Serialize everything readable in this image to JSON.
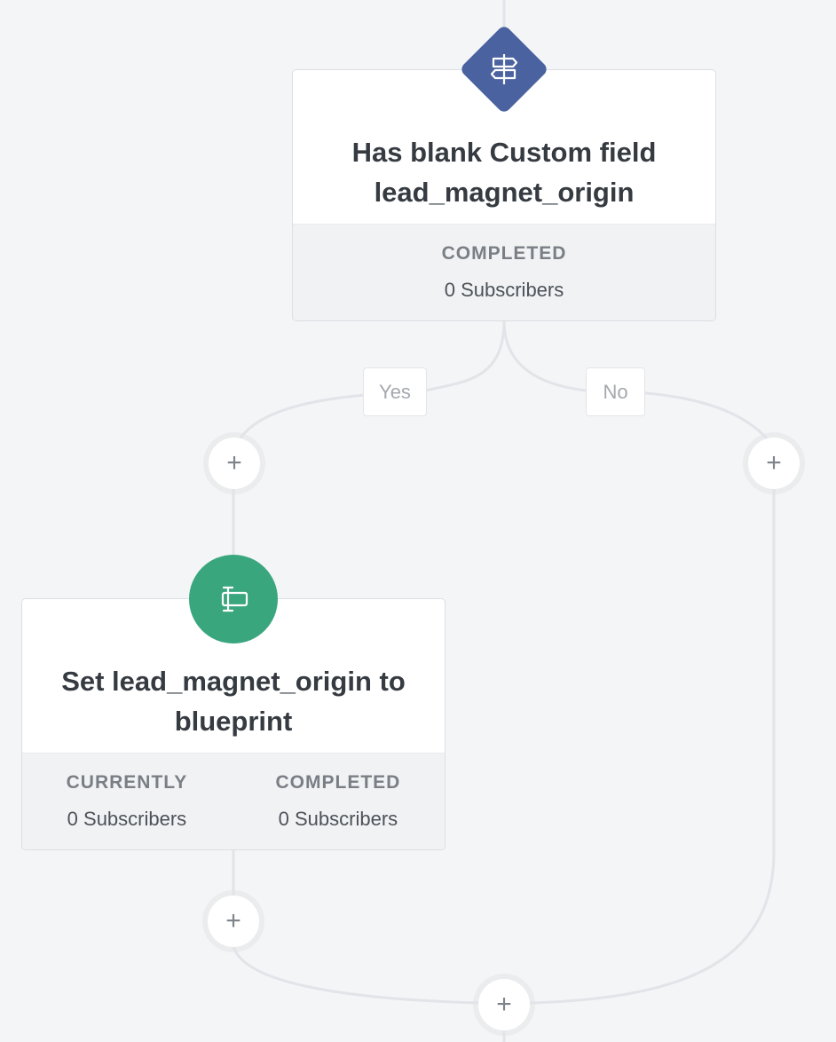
{
  "colors": {
    "canvas_bg": "#f4f5f7",
    "condition_badge": "#4b62a0",
    "action_badge": "#3aa67e",
    "connector": "#e1e4e8"
  },
  "condition_node": {
    "icon": "signpost-icon",
    "title_line1": "Has blank Custom field",
    "title_line2": "lead_magnet_origin",
    "stats": [
      {
        "label": "COMPLETED",
        "value": "0 Subscribers"
      }
    ]
  },
  "branches": {
    "yes_label": "Yes",
    "no_label": "No"
  },
  "action_node": {
    "icon": "text-cursor-field-icon",
    "title_line1": "Set lead_magnet_origin to",
    "title_line2": "blueprint",
    "stats": [
      {
        "label": "CURRENTLY",
        "value": "0 Subscribers"
      },
      {
        "label": "COMPLETED",
        "value": "0 Subscribers"
      }
    ]
  },
  "add_step": {
    "symbol": "+"
  }
}
